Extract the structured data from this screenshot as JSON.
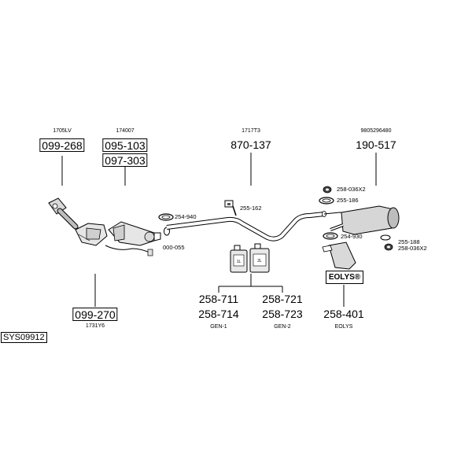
{
  "diagram_id": "SYS09912",
  "eolys_badge": "EOLYS®",
  "parts": {
    "p1705lv": {
      "ref": "1705LV",
      "number": "099-268"
    },
    "p174007": {
      "ref": "174007",
      "numbers": [
        "095-103",
        "097-303"
      ]
    },
    "p1717t3": {
      "ref": "1717T3",
      "number": "870-137"
    },
    "p98052": {
      "ref": "9805296480",
      "number": "190-517"
    },
    "p1731y6": {
      "ref": "1731Y6",
      "number": "099-270"
    },
    "fluids": {
      "gen1": {
        "numbers": [
          "258-711",
          "258-714"
        ],
        "label": "GEN-1"
      },
      "gen2": {
        "numbers": [
          "258-721",
          "258-723"
        ],
        "label": "GEN-2"
      }
    },
    "eolys": {
      "number": "258-401",
      "label": "EOLYS"
    }
  },
  "small_parts": {
    "s254940": "254-940",
    "s255162": "255-162",
    "s000055": "000-055",
    "s258036x2_top": "258-036X2",
    "s255186": "255-186",
    "s254930": "254-930",
    "s255188": "255-188",
    "s258036x2_bot": "258-036X2"
  },
  "bottle_labels": {
    "b1": "1L",
    "b2": "2L"
  }
}
